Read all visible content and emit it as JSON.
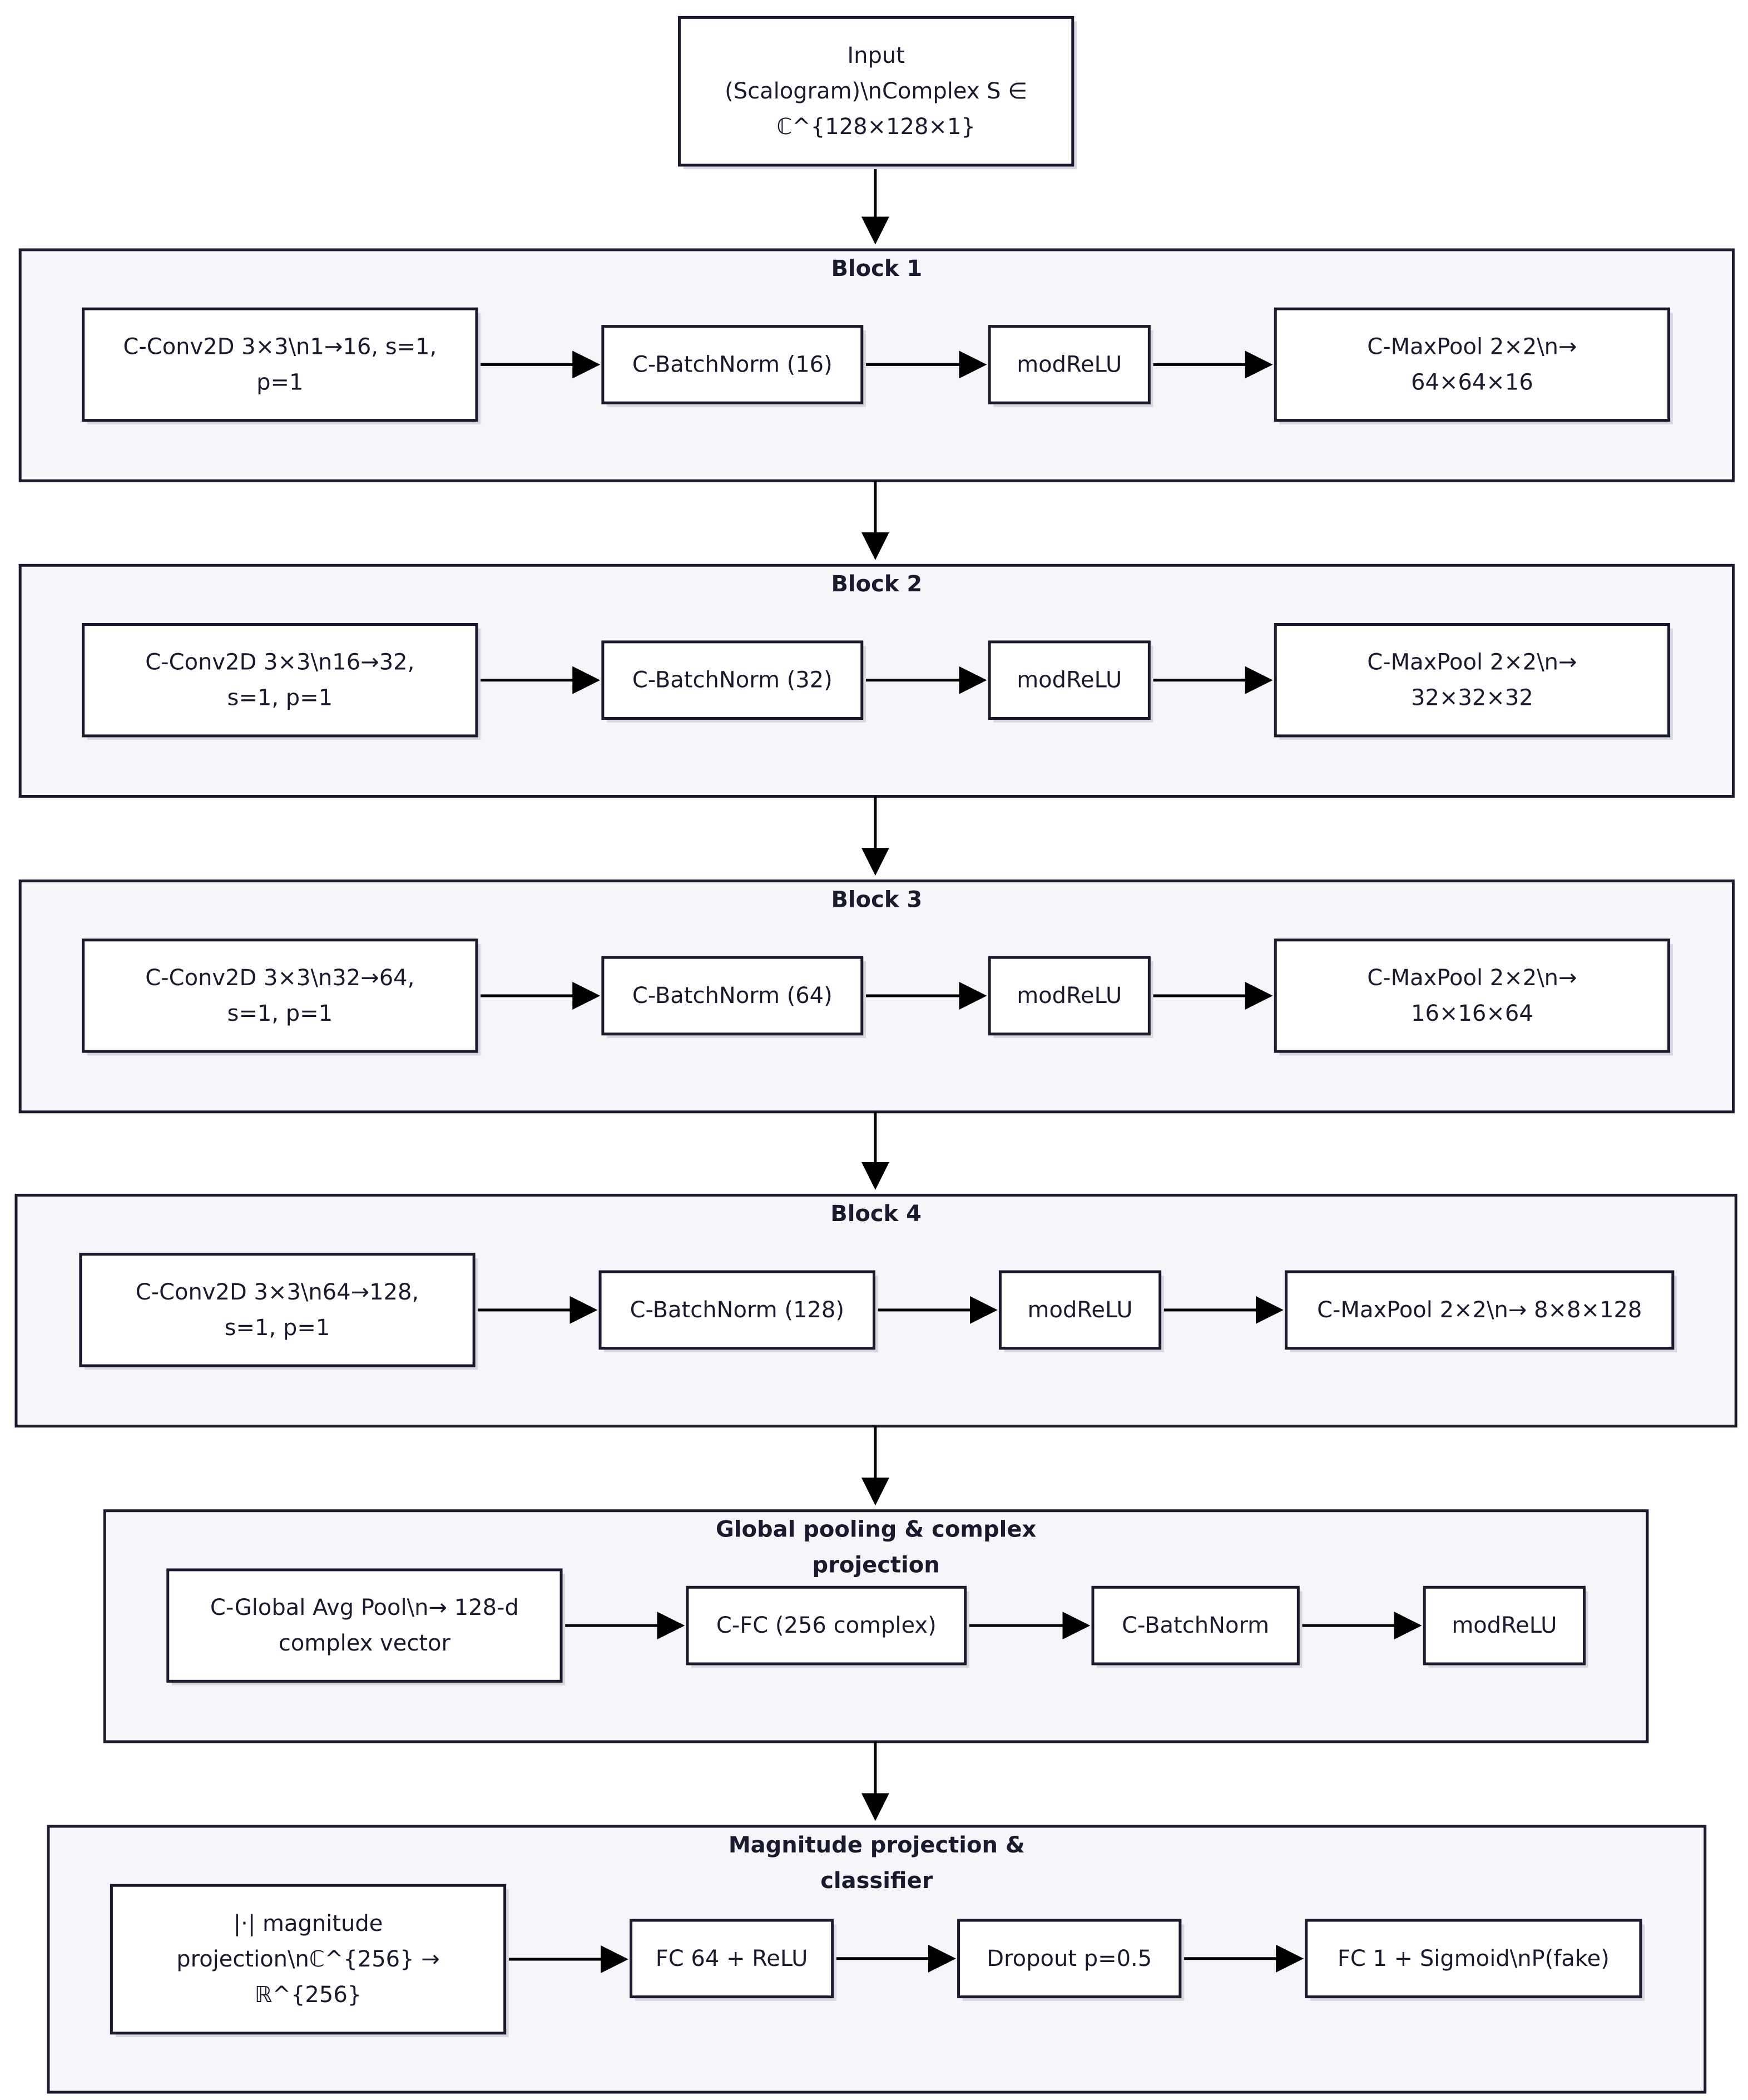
{
  "nodes": {
    "input": {
      "lines": [
        "Input",
        "(Scalogram)\\nComplex S ∈",
        "ℂ^{128×128×1}"
      ]
    },
    "b1_conv": {
      "lines": [
        "C-Conv2D 3×3\\n1→16, s=1,",
        "p=1"
      ]
    },
    "b1_bn": {
      "lines": [
        "C-BatchNorm (16)"
      ]
    },
    "b1_act": {
      "lines": [
        "modReLU"
      ]
    },
    "b1_pool": {
      "lines": [
        "C-MaxPool 2×2\\n→",
        "64×64×16"
      ]
    },
    "b2_conv": {
      "lines": [
        "C-Conv2D 3×3\\n16→32,",
        "s=1, p=1"
      ]
    },
    "b2_bn": {
      "lines": [
        "C-BatchNorm (32)"
      ]
    },
    "b2_act": {
      "lines": [
        "modReLU"
      ]
    },
    "b2_pool": {
      "lines": [
        "C-MaxPool 2×2\\n→",
        "32×32×32"
      ]
    },
    "b3_conv": {
      "lines": [
        "C-Conv2D 3×3\\n32→64,",
        "s=1, p=1"
      ]
    },
    "b3_bn": {
      "lines": [
        "C-BatchNorm (64)"
      ]
    },
    "b3_act": {
      "lines": [
        "modReLU"
      ]
    },
    "b3_pool": {
      "lines": [
        "C-MaxPool 2×2\\n→",
        "16×16×64"
      ]
    },
    "b4_conv": {
      "lines": [
        "C-Conv2D 3×3\\n64→128,",
        "s=1, p=1"
      ]
    },
    "b4_bn": {
      "lines": [
        "C-BatchNorm (128)"
      ]
    },
    "b4_act": {
      "lines": [
        "modReLU"
      ]
    },
    "b4_pool": {
      "lines": [
        "C-MaxPool 2×2\\n→ 8×8×128"
      ]
    },
    "gp_avg": {
      "lines": [
        "C-Global Avg Pool\\n→ 128-d",
        "complex vector"
      ]
    },
    "gp_fc": {
      "lines": [
        "C-FC (256 complex)"
      ]
    },
    "gp_bn": {
      "lines": [
        "C-BatchNorm"
      ]
    },
    "gp_act": {
      "lines": [
        "modReLU"
      ]
    },
    "mc_mag": {
      "lines": [
        "|·| magnitude",
        "projection\\nℂ^{256} →",
        "ℝ^{256}"
      ]
    },
    "mc_fc64": {
      "lines": [
        "FC 64 + ReLU"
      ]
    },
    "mc_drop": {
      "lines": [
        "Dropout p=0.5"
      ]
    },
    "mc_fc1": {
      "lines": [
        "FC 1 + Sigmoid\\nP(fake)"
      ]
    }
  },
  "groups": {
    "block1": {
      "title": [
        "Block 1"
      ]
    },
    "block2": {
      "title": [
        "Block 2"
      ]
    },
    "block3": {
      "title": [
        "Block 3"
      ]
    },
    "block4": {
      "title": [
        "Block 4"
      ]
    },
    "global": {
      "title": [
        "Global pooling & complex",
        "projection"
      ]
    },
    "classifier": {
      "title": [
        "Magnitude projection &",
        "classifier"
      ]
    }
  },
  "colors": {
    "group_fill": "#f6f6fa",
    "stroke": "#1a1a2e",
    "node_fill": "#ffffff",
    "arrow": "#000000"
  }
}
